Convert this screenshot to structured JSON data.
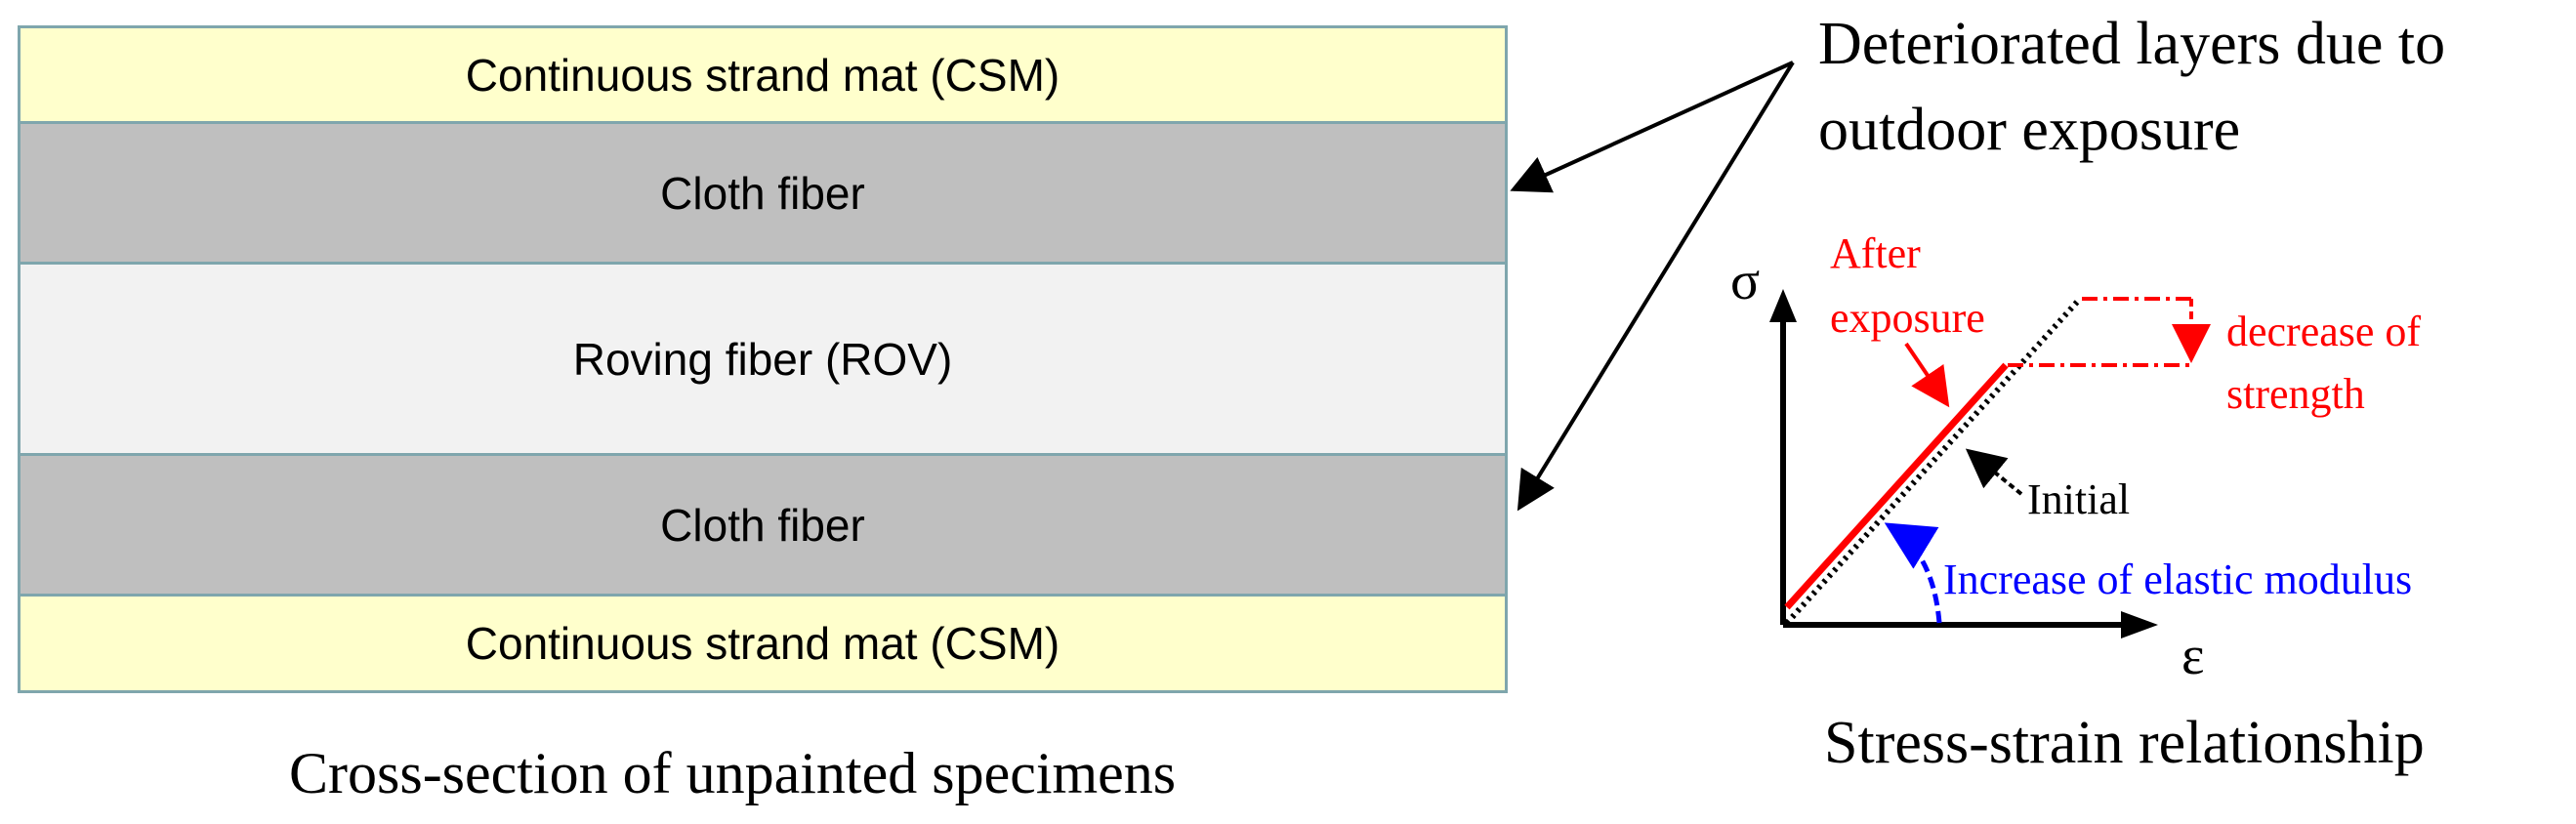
{
  "cross_section": {
    "layers": [
      {
        "label": "Continuous strand mat (CSM)",
        "kind": "csm"
      },
      {
        "label": "Cloth fiber",
        "kind": "cloth"
      },
      {
        "label": "Roving fiber (ROV)",
        "kind": "rov"
      },
      {
        "label": "Cloth fiber",
        "kind": "cloth"
      },
      {
        "label": "Continuous strand mat (CSM)",
        "kind": "csm"
      }
    ],
    "caption": "Cross-section of unpainted specimens"
  },
  "callout": {
    "line1": "Deteriorated layers due to",
    "line2": "outdoor exposure"
  },
  "stress_strain": {
    "y_axis_symbol": "σ",
    "x_axis_symbol": "ε",
    "after_label_1": "After",
    "after_label_2": "exposure",
    "initial_label": "Initial",
    "strength_label_1": "decrease of",
    "strength_label_2": "strength",
    "modulus_label": "Increase of elastic modulus",
    "caption": "Stress-strain relationship"
  },
  "colors": {
    "csm": "#ffffcc",
    "cloth": "#bfbfbf",
    "rov": "#f2f2f2",
    "layer_border": "#7fa6ad",
    "after_exposure": "#ff0000",
    "modulus": "#0000ff",
    "initial": "#000000"
  }
}
